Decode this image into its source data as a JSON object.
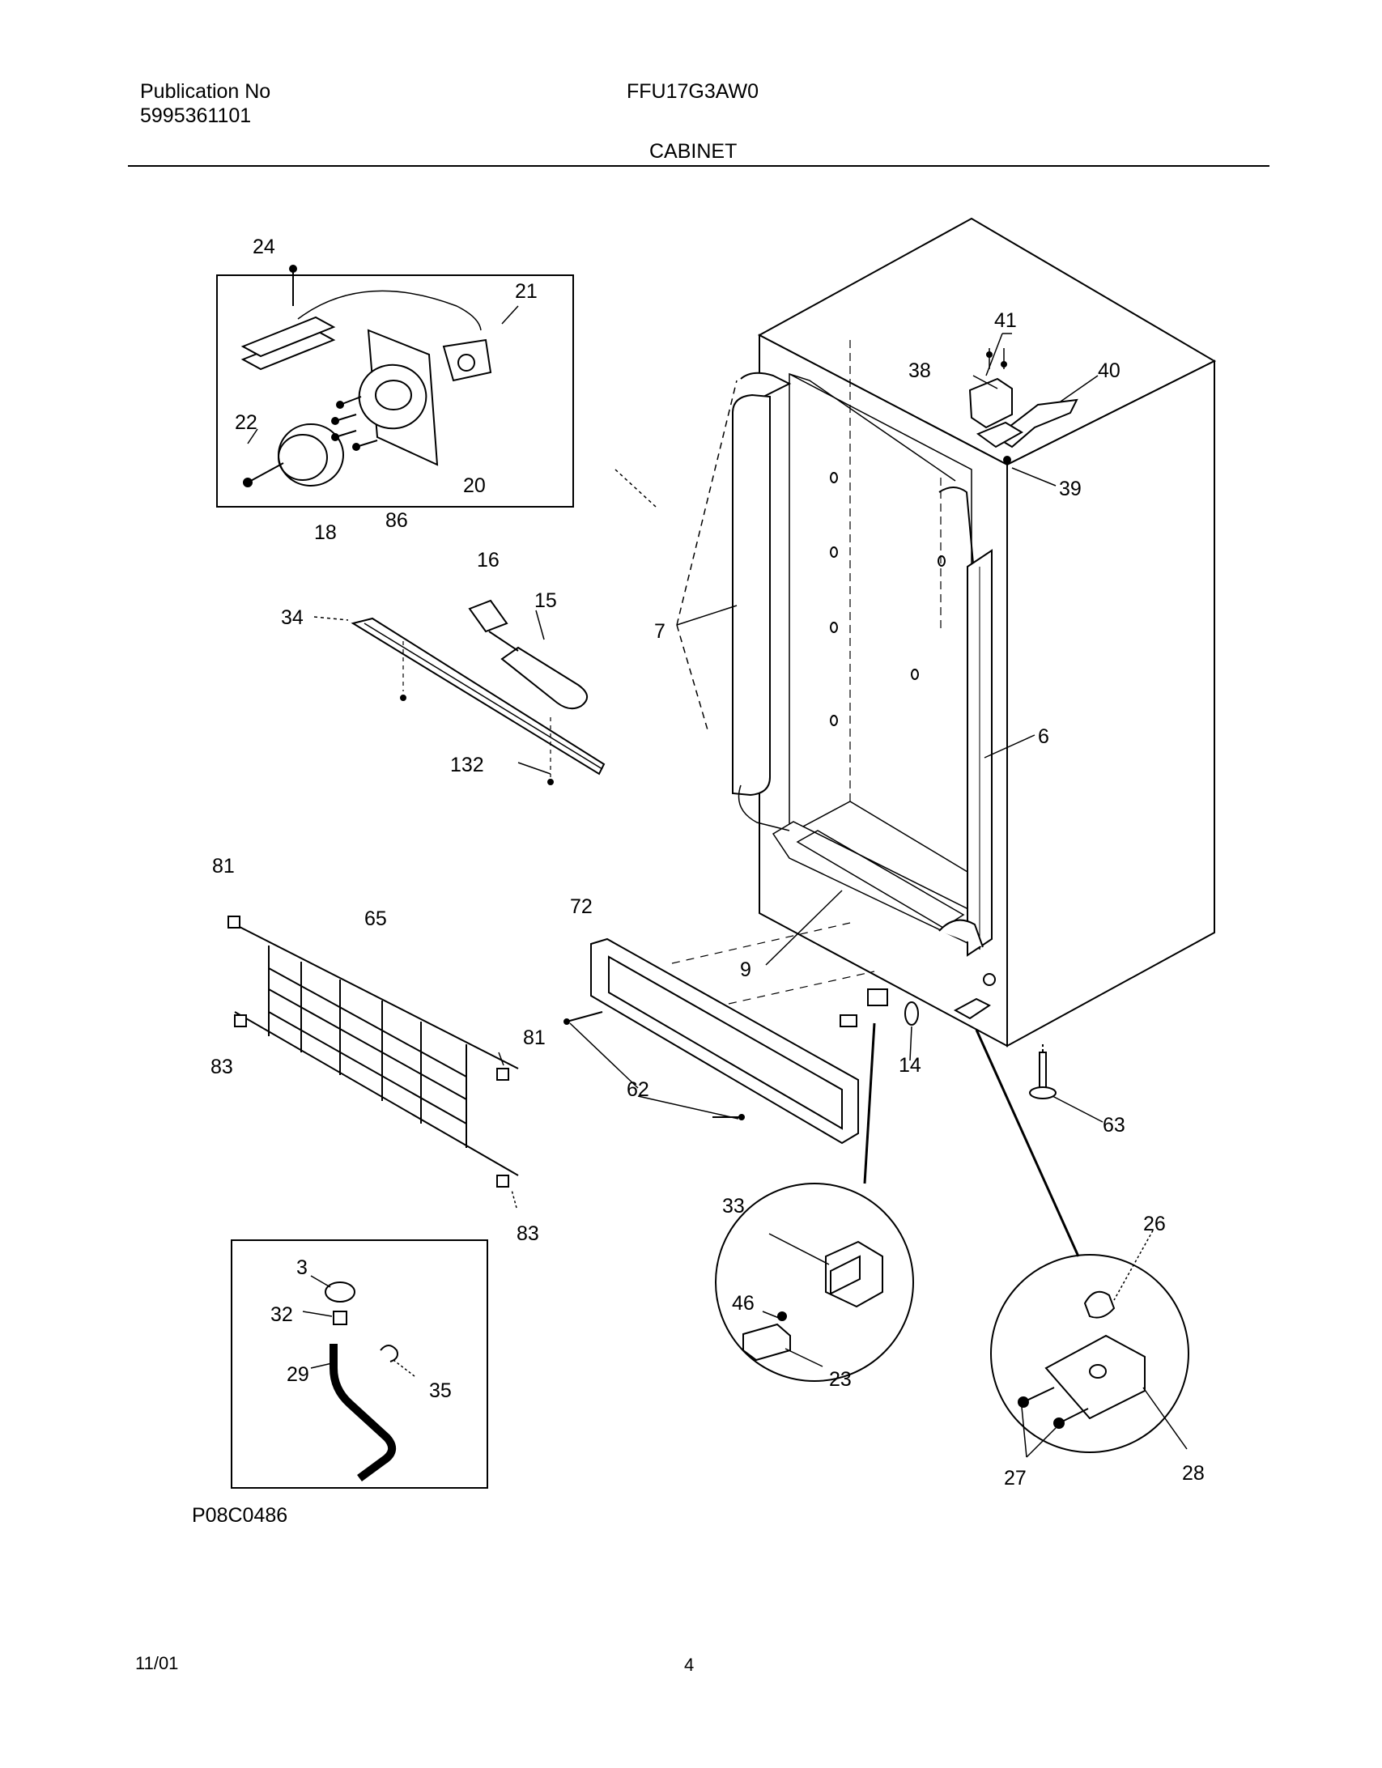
{
  "header": {
    "publication_label": "Publication No",
    "publication_number": "5995361101",
    "model": "FFU17G3AW0",
    "section": "CABINET"
  },
  "callouts": {
    "c24": "24",
    "c21": "21",
    "c22": "22",
    "c20": "20",
    "c18": "18",
    "c86": "86",
    "c16": "16",
    "c15": "15",
    "c34": "34",
    "c132": "132",
    "c41": "41",
    "c38": "38",
    "c40": "40",
    "c39": "39",
    "c7": "7",
    "c6": "6",
    "c9": "9",
    "c72": "72",
    "c62": "62",
    "c14": "14",
    "c63": "63",
    "c81a": "81",
    "c65": "65",
    "c81b": "81",
    "c83a": "83",
    "c83b": "83",
    "c3": "3",
    "c32": "32",
    "c29": "29",
    "c35": "35",
    "c33": "33",
    "c46": "46",
    "c23": "23",
    "c26": "26",
    "c27": "27",
    "c28": "28"
  },
  "footer": {
    "figure_code": "P08C0486",
    "date": "11/01",
    "page": "4"
  }
}
